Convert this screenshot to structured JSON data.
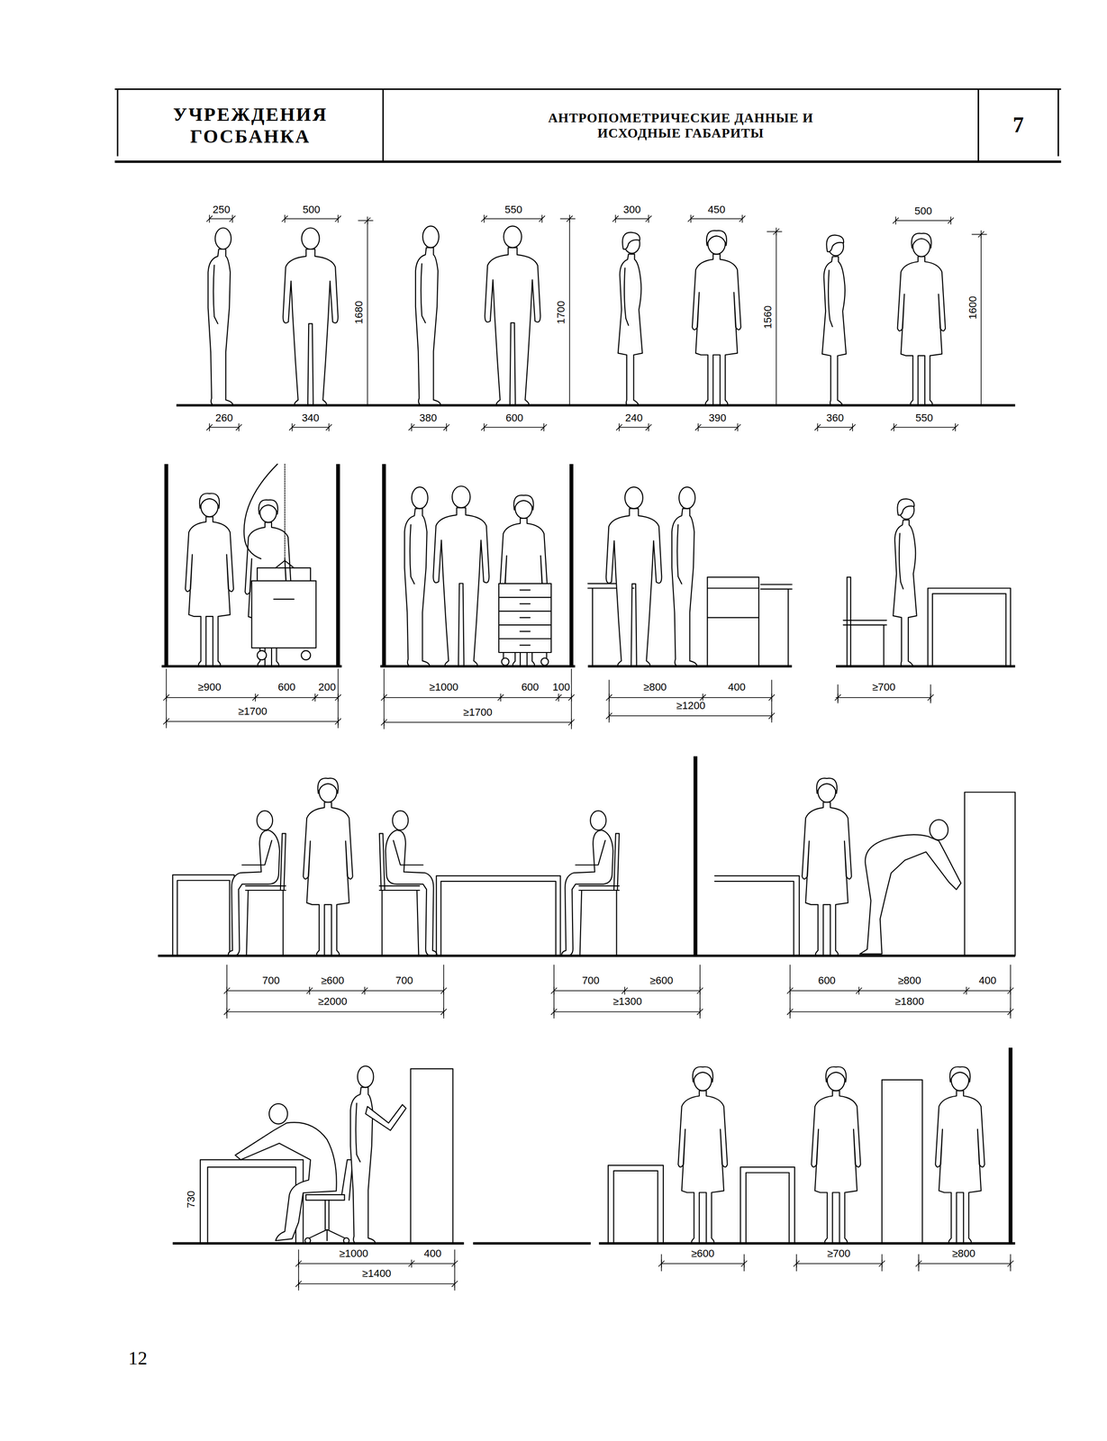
{
  "diagram": {
    "nodes": [
      {
        "text": [
          "УЧРЕЖДЕНИЯ ГОСБАНКА"
        ]
      },
      {
        "text": [
          "АНТРОПОМЕТРИЧЕСКИЕ ДАННЫЕ И ИСХОДНЫЕ ГАБАРИТЫ"
        ]
      },
      {
        "text": [
          "7"
        ]
      }
    ],
    "labels": [
      "250",
      "500",
      "1680",
      "550",
      "1700",
      "300",
      "450",
      "1560",
      "500",
      "1600",
      "260",
      "340",
      "380",
      "600",
      "240",
      "390",
      "360",
      "550",
      "≥900",
      "600",
      "200",
      "≥1700",
      "≥1000",
      "600",
      "100",
      "≥1700",
      "≥800",
      "400",
      "≥1200",
      "≥700",
      "700",
      "≥600",
      "700",
      "≥2000",
      "700",
      "≥600",
      "≥1300",
      "600",
      "≥800",
      "400",
      "≥1800",
      "730",
      "≥1000",
      "400",
      "≥1400",
      "≥600",
      "≥700",
      "≥800",
      "12"
    ]
  }
}
